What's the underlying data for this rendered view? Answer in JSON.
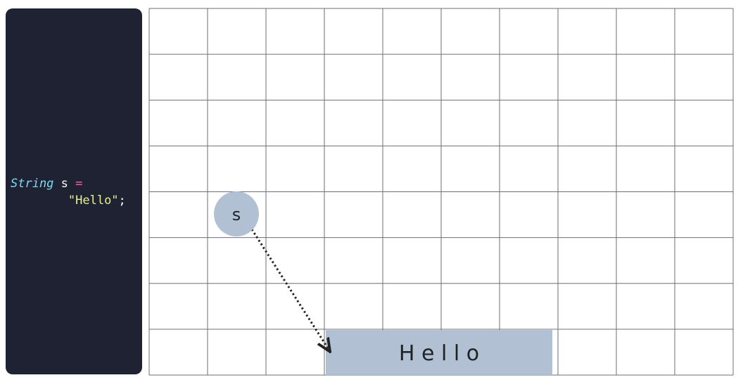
{
  "code": {
    "keyword_type": "String",
    "variable": "s",
    "operator": "=",
    "string_literal": "\"Hello\"",
    "terminator": ";"
  },
  "memory": {
    "variable_label": "s",
    "object_text": "H e l l o",
    "grid_rows": 8,
    "grid_cols": 10,
    "colors": {
      "variable_circle": "#b1c0d3",
      "object_box": "#b1c0d3",
      "grid_line": "#6b7076",
      "pointer": "#222222"
    }
  },
  "colors": {
    "panel_bg": "#1e2233",
    "type_token": "#7fd8f0",
    "operator_token": "#ff5fa8",
    "string_token": "#e8f08a"
  }
}
